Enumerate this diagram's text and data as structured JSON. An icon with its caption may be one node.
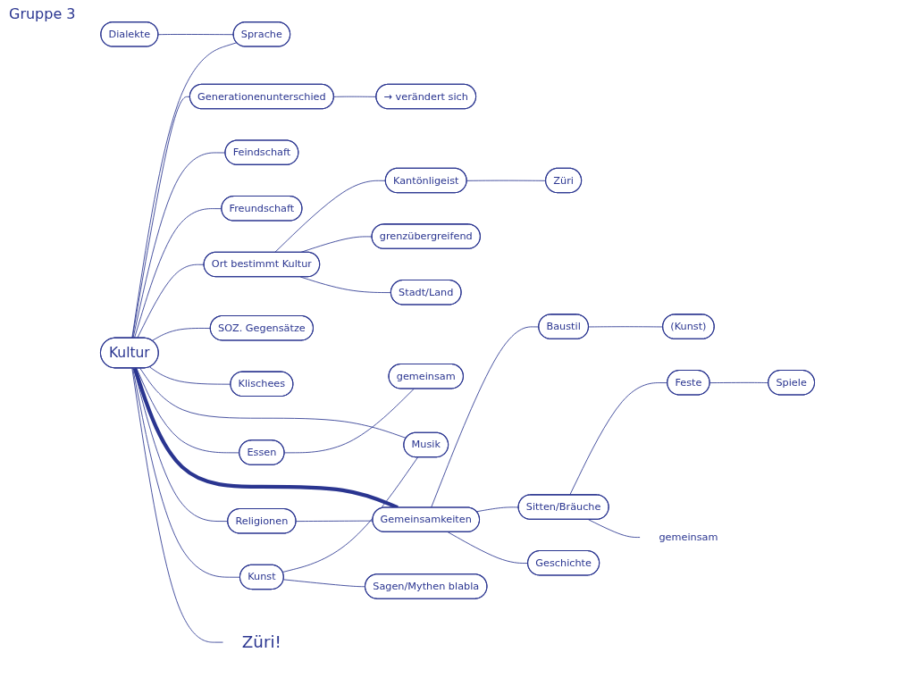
{
  "diagram": {
    "nodes": [
      {
        "text": [
          "Züri!"
        ]
      },
      {
        "text": [
          "Sagen/Mythen blabla"
        ]
      },
      {
        "text": [
          "Kunst"
        ]
      },
      {
        "text": [
          "Religionen"
        ]
      },
      {
        "text": [
          "Geschichte"
        ]
      },
      {
        "text": [
          "Sitten/Bräuche"
        ]
      },
      {
        "text": [
          "gemeinsam"
        ]
      },
      {
        "text": [
          "Gemeinsamkeiten"
        ]
      },
      {
        "text": [
          "Feste"
        ]
      },
      {
        "text": [
          "Spiele"
        ]
      },
      {
        "text": [
          "Kultur"
        ]
      },
      {
        "text": [
          "(Kunst)"
        ]
      },
      {
        "text": [
          "Baustil"
        ]
      },
      {
        "text": [
          "Dialekte"
        ]
      },
      {
        "text": [
          "Essen"
        ]
      },
      {
        "text": [
          "Musik"
        ]
      },
      {
        "text": [
          "Sprache"
        ]
      },
      {
        "text": [
          "gemeinsam"
        ]
      },
      {
        "text": [
          "Klischees"
        ]
      },
      {
        "text": [
          "SOZ. Gegensätze"
        ]
      },
      {
        "text": [
          "Freundschaft"
        ]
      },
      {
        "text": [
          "Feindschaft"
        ]
      },
      {
        "text": [
          "Generationenunterschied"
        ]
      },
      {
        "text": [
          "Ort bestimmt Kultur"
        ]
      },
      {
        "text": [
          "→ verändert sich"
        ]
      },
      {
        "text": [
          "Stadt/Land"
        ]
      },
      {
        "text": [
          "Kantönligeist"
        ]
      },
      {
        "text": [
          "grenzübergreifend"
        ]
      },
      {
        "text": [
          "Züri"
        ]
      }
    ],
    "edges": [
      {
        "from": 10,
        "to": 0,
        "arrow": "none"
      },
      {
        "from": 2,
        "to": 1,
        "arrow": "none"
      },
      {
        "from": 10,
        "to": 2,
        "arrow": "none"
      },
      {
        "from": 2,
        "to": 15,
        "arrow": "none"
      },
      {
        "from": 10,
        "to": 3,
        "arrow": "none"
      },
      {
        "from": 3,
        "to": 7,
        "arrow": "none"
      },
      {
        "from": 7,
        "to": 4,
        "arrow": "none"
      },
      {
        "from": 7,
        "to": 5,
        "arrow": "none"
      },
      {
        "from": 5,
        "to": 6,
        "arrow": "none"
      },
      {
        "from": 5,
        "to": 8,
        "arrow": "none"
      },
      {
        "from": 8,
        "to": 9,
        "arrow": "none"
      },
      {
        "from": 10,
        "to": 7,
        "arrow": "none",
        "style": "thick"
      },
      {
        "from": 7,
        "to": 12,
        "arrow": "none"
      },
      {
        "from": 12,
        "to": 11,
        "arrow": "none"
      },
      {
        "from": 13,
        "to": 16,
        "arrow": "none"
      },
      {
        "from": 10,
        "to": 14,
        "arrow": "none"
      },
      {
        "from": 10,
        "to": 15,
        "arrow": "none"
      },
      {
        "from": 14,
        "to": 17,
        "arrow": "none"
      },
      {
        "from": 10,
        "to": 18,
        "arrow": "none"
      },
      {
        "from": 10,
        "to": 19,
        "arrow": "none"
      },
      {
        "from": 10,
        "to": 23,
        "arrow": "none"
      },
      {
        "from": 10,
        "to": 20,
        "arrow": "none"
      },
      {
        "from": 10,
        "to": 21,
        "arrow": "none"
      },
      {
        "from": 10,
        "to": 22,
        "arrow": "none"
      },
      {
        "from": 10,
        "to": 16,
        "arrow": "none"
      },
      {
        "from": 22,
        "to": 24,
        "arrow": "none"
      },
      {
        "from": 23,
        "to": 25,
        "arrow": "none"
      },
      {
        "from": 23,
        "to": 27,
        "arrow": "none"
      },
      {
        "from": 23,
        "to": 26,
        "arrow": "none"
      },
      {
        "from": 26,
        "to": 28,
        "arrow": "none"
      }
    ],
    "labels": [
      "Gruppe 3"
    ]
  }
}
